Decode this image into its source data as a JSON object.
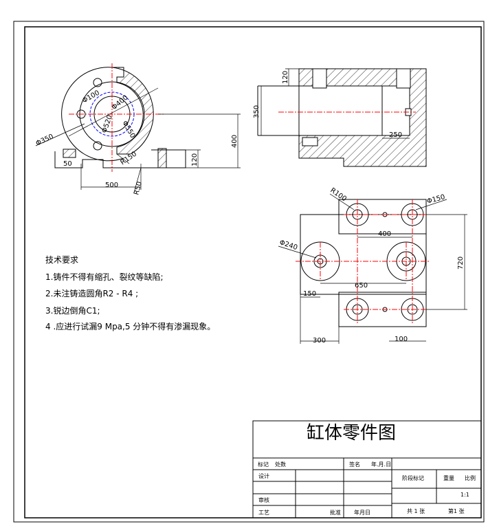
{
  "drawing": {
    "title": "缸体零件图",
    "requirements": {
      "heading": "技术要求",
      "items": [
        "1.铸件不得有缩孔、裂纹等缺陷;",
        "2.未注铸造圆角R2 - R4 ;",
        "3.锐边倒角C1;",
        "4 .应进行试漏9 Mpa,5 分钟不得有渗漏现象。"
      ]
    },
    "front_view_dims": {
      "d100": "Φ100",
      "d400": "Φ400",
      "d550": "Φ550",
      "d520": "Φ520",
      "d350": "Φ350",
      "w50": "50",
      "r150": "R150",
      "h400": "400",
      "h120": "120",
      "w500": "500",
      "r50": "R50"
    },
    "section_view_dims": {
      "h120": "120",
      "h350": "350",
      "w250": "250"
    },
    "top_view_dims": {
      "r100": "R100",
      "d150": "Φ150",
      "w400": "400",
      "d240": "Φ240",
      "h720": "720",
      "w650": "650",
      "w150": "150",
      "w300": "300",
      "w100": "100"
    },
    "title_block": {
      "mark": "标记",
      "place": "处数",
      "signature": "签名",
      "date": "年.月.日",
      "design": "设计",
      "review": "审核",
      "process": "工艺",
      "approve": "批准",
      "approve_date": "年月日",
      "stage_mark": "阶段标记",
      "weight": "重量",
      "scale_label": "比例",
      "scale_value": "1:1",
      "total_sheets": "共 1 张",
      "sheet_no": "第1 张"
    }
  }
}
